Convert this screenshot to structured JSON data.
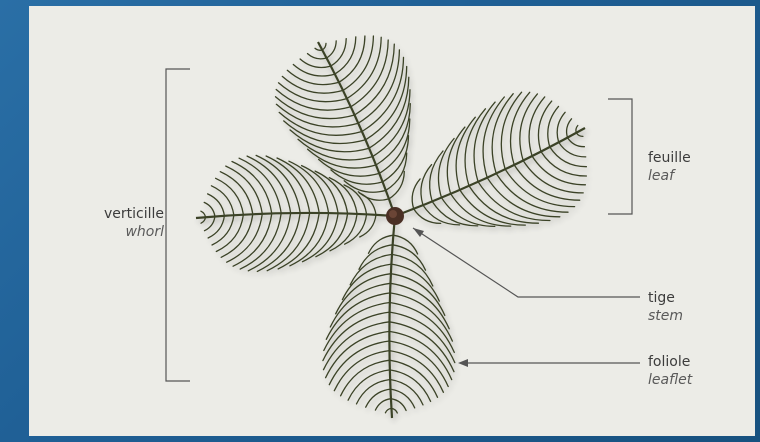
{
  "labels": {
    "whorl": {
      "fr": "verticille",
      "en": "whorl"
    },
    "leaf": {
      "fr": "feuille",
      "en": "leaf"
    },
    "stem": {
      "fr": "tige",
      "en": "stem"
    },
    "leaflet": {
      "fr": "foliole",
      "en": "leaflet"
    }
  },
  "colors": {
    "background": "#1f5f95",
    "panel": "#ecece7",
    "leaf_stroke": "#3b4328",
    "callout_lines": "#555555"
  }
}
